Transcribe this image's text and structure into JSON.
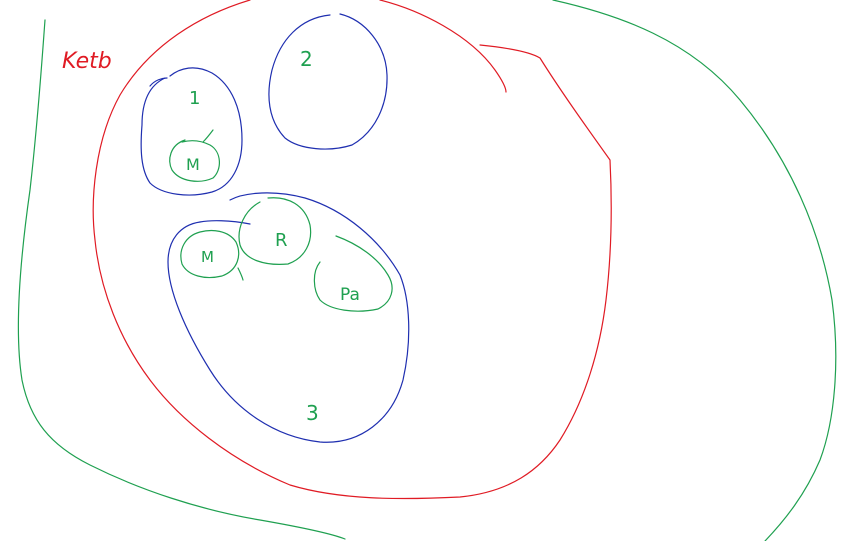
{
  "colors": {
    "red": "#e01b24",
    "blue": "#1f2fb0",
    "green": "#1fa050",
    "background": "#ffffff"
  },
  "labels": {
    "outer_region": "Ketb",
    "group_1": "1",
    "group_2": "2",
    "group_3": "3",
    "group_1_member": "M",
    "group_3_member_m": "M",
    "group_3_member_r": "R",
    "group_3_member_pa": "Pa"
  }
}
